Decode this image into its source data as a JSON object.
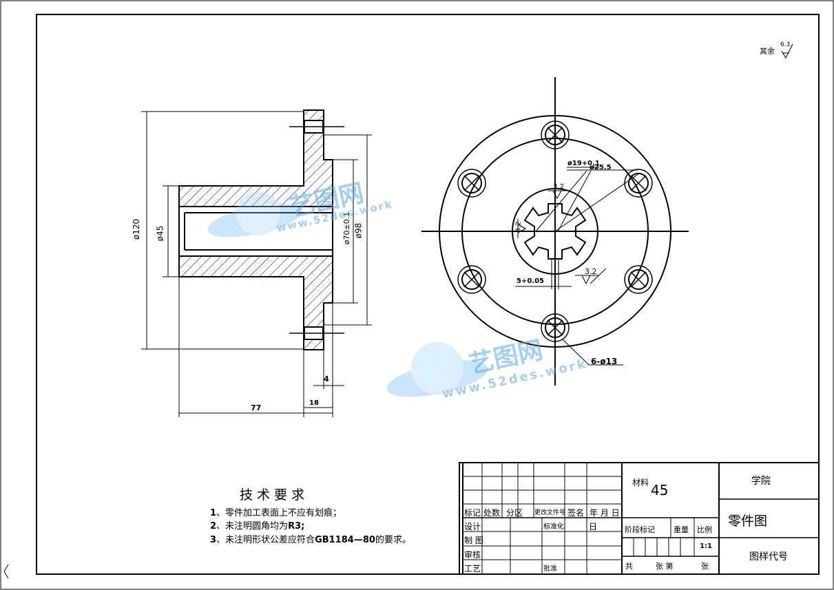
{
  "roughness": {
    "label": "其余",
    "value": "6.3"
  },
  "dimensions": {
    "dia120": "ø120",
    "dia45": "ø45",
    "dia70": "ø70±0.1",
    "dia98": "ø98",
    "len77": "77",
    "len18": "18",
    "len4": "4",
    "dia19": "ø19+0.1",
    "dia25": "ø25.5",
    "roughness_32_a": "3.2",
    "roughness_32_b": "3.2",
    "roughness_32_c": "3.2",
    "keyway": "5+0.05",
    "holes": "6-ø13"
  },
  "requirements": {
    "title": "技术要求",
    "items": [
      {
        "num": "1",
        "text": "、零件加工表面上不应有划痕；"
      },
      {
        "num": "2",
        "text": "、未注明圆角均为",
        "bold": "R3;"
      },
      {
        "num": "3",
        "text": "、未注明形状公差应符合",
        "bold": "GB1184—80",
        "tail": "的要求。"
      }
    ]
  },
  "title_block": {
    "material_label": "材料",
    "material_value": "45",
    "school": "学院",
    "part_name": "零件图",
    "drawing_code": "图样代号",
    "scale": "1:1",
    "row_labels": [
      "标记",
      "设计",
      "制 图",
      "审核",
      "工艺"
    ],
    "col_labels": [
      "处数",
      "分区",
      "更改文件号",
      "签名",
      "年 月 日"
    ],
    "mid_labels": [
      "标准化",
      "日",
      "批准"
    ],
    "stage_label": "阶段标记",
    "weight_label": "重量",
    "scale_label": "比例",
    "sheet_total": "共",
    "sheet_label": "张 第",
    "sheet_end": "张"
  },
  "watermark": {
    "brand": "艺图网",
    "url": "www.52des.work"
  }
}
